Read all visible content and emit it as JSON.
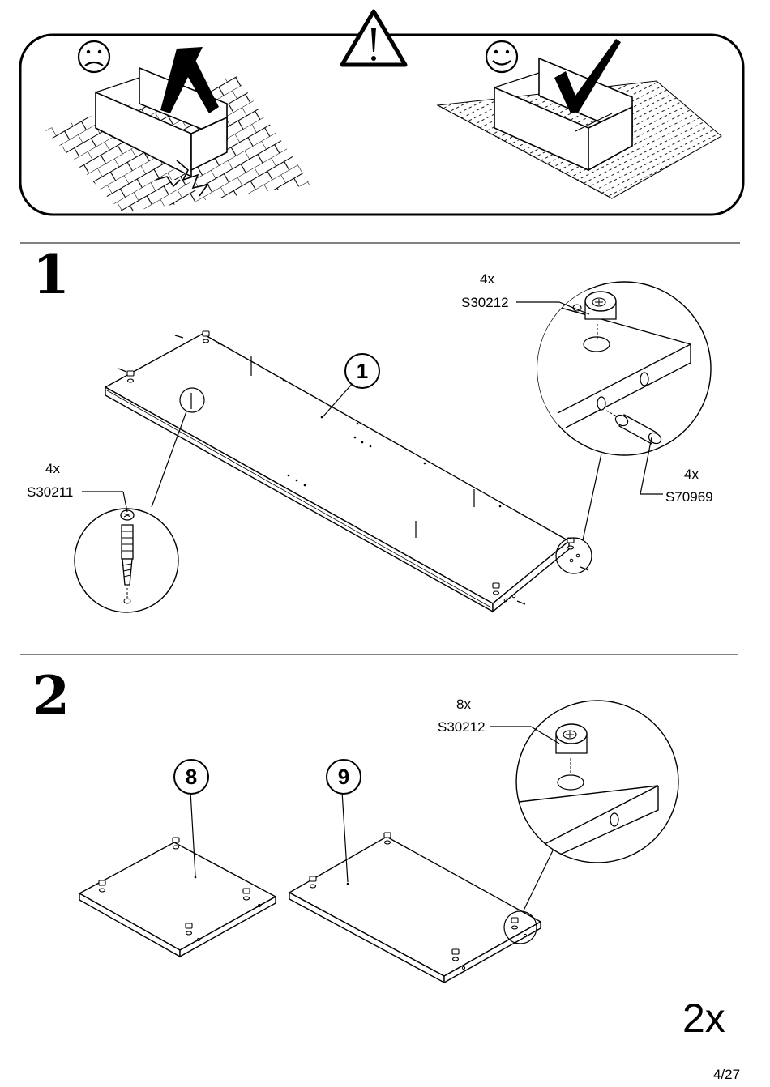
{
  "step1": {
    "number": "1",
    "part_callout": "1",
    "hw_cam_left": {
      "qty": "4x",
      "code": "S30211"
    },
    "hw_cam_right": {
      "qty": "4x",
      "code": "S30212"
    },
    "hw_dowel": {
      "qty": "4x",
      "code": "S70969"
    }
  },
  "step2": {
    "number": "2",
    "part_callout_a": "8",
    "part_callout_b": "9",
    "hw_cam": {
      "qty": "8x",
      "code": "S30212"
    },
    "repeat": "2x"
  },
  "footer": {
    "page": "4/27"
  }
}
